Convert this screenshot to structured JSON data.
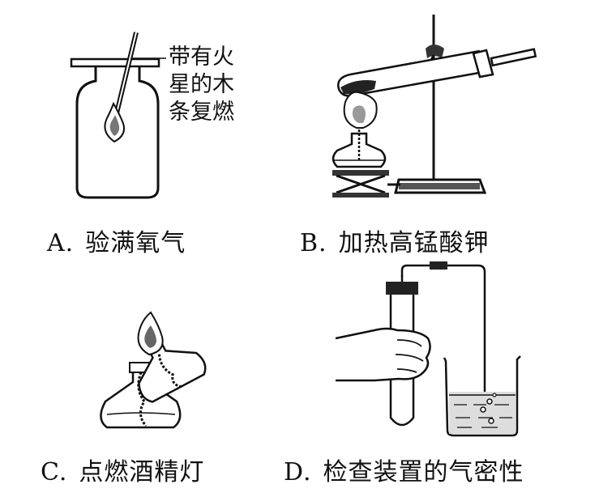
{
  "panels": [
    {
      "letter": "A.",
      "caption": "验满氧气",
      "annotation": [
        "带有火",
        "星的木",
        "条复燃"
      ]
    },
    {
      "letter": "B.",
      "caption": "加热高锰酸钾"
    },
    {
      "letter": "C.",
      "caption": "点燃酒精灯"
    },
    {
      "letter": "D.",
      "caption": "检查装置的气密性"
    }
  ],
  "colors": {
    "stroke": "#111111",
    "fill_dark": "#2a2a2a",
    "flame": "#777777",
    "background": "#ffffff"
  }
}
